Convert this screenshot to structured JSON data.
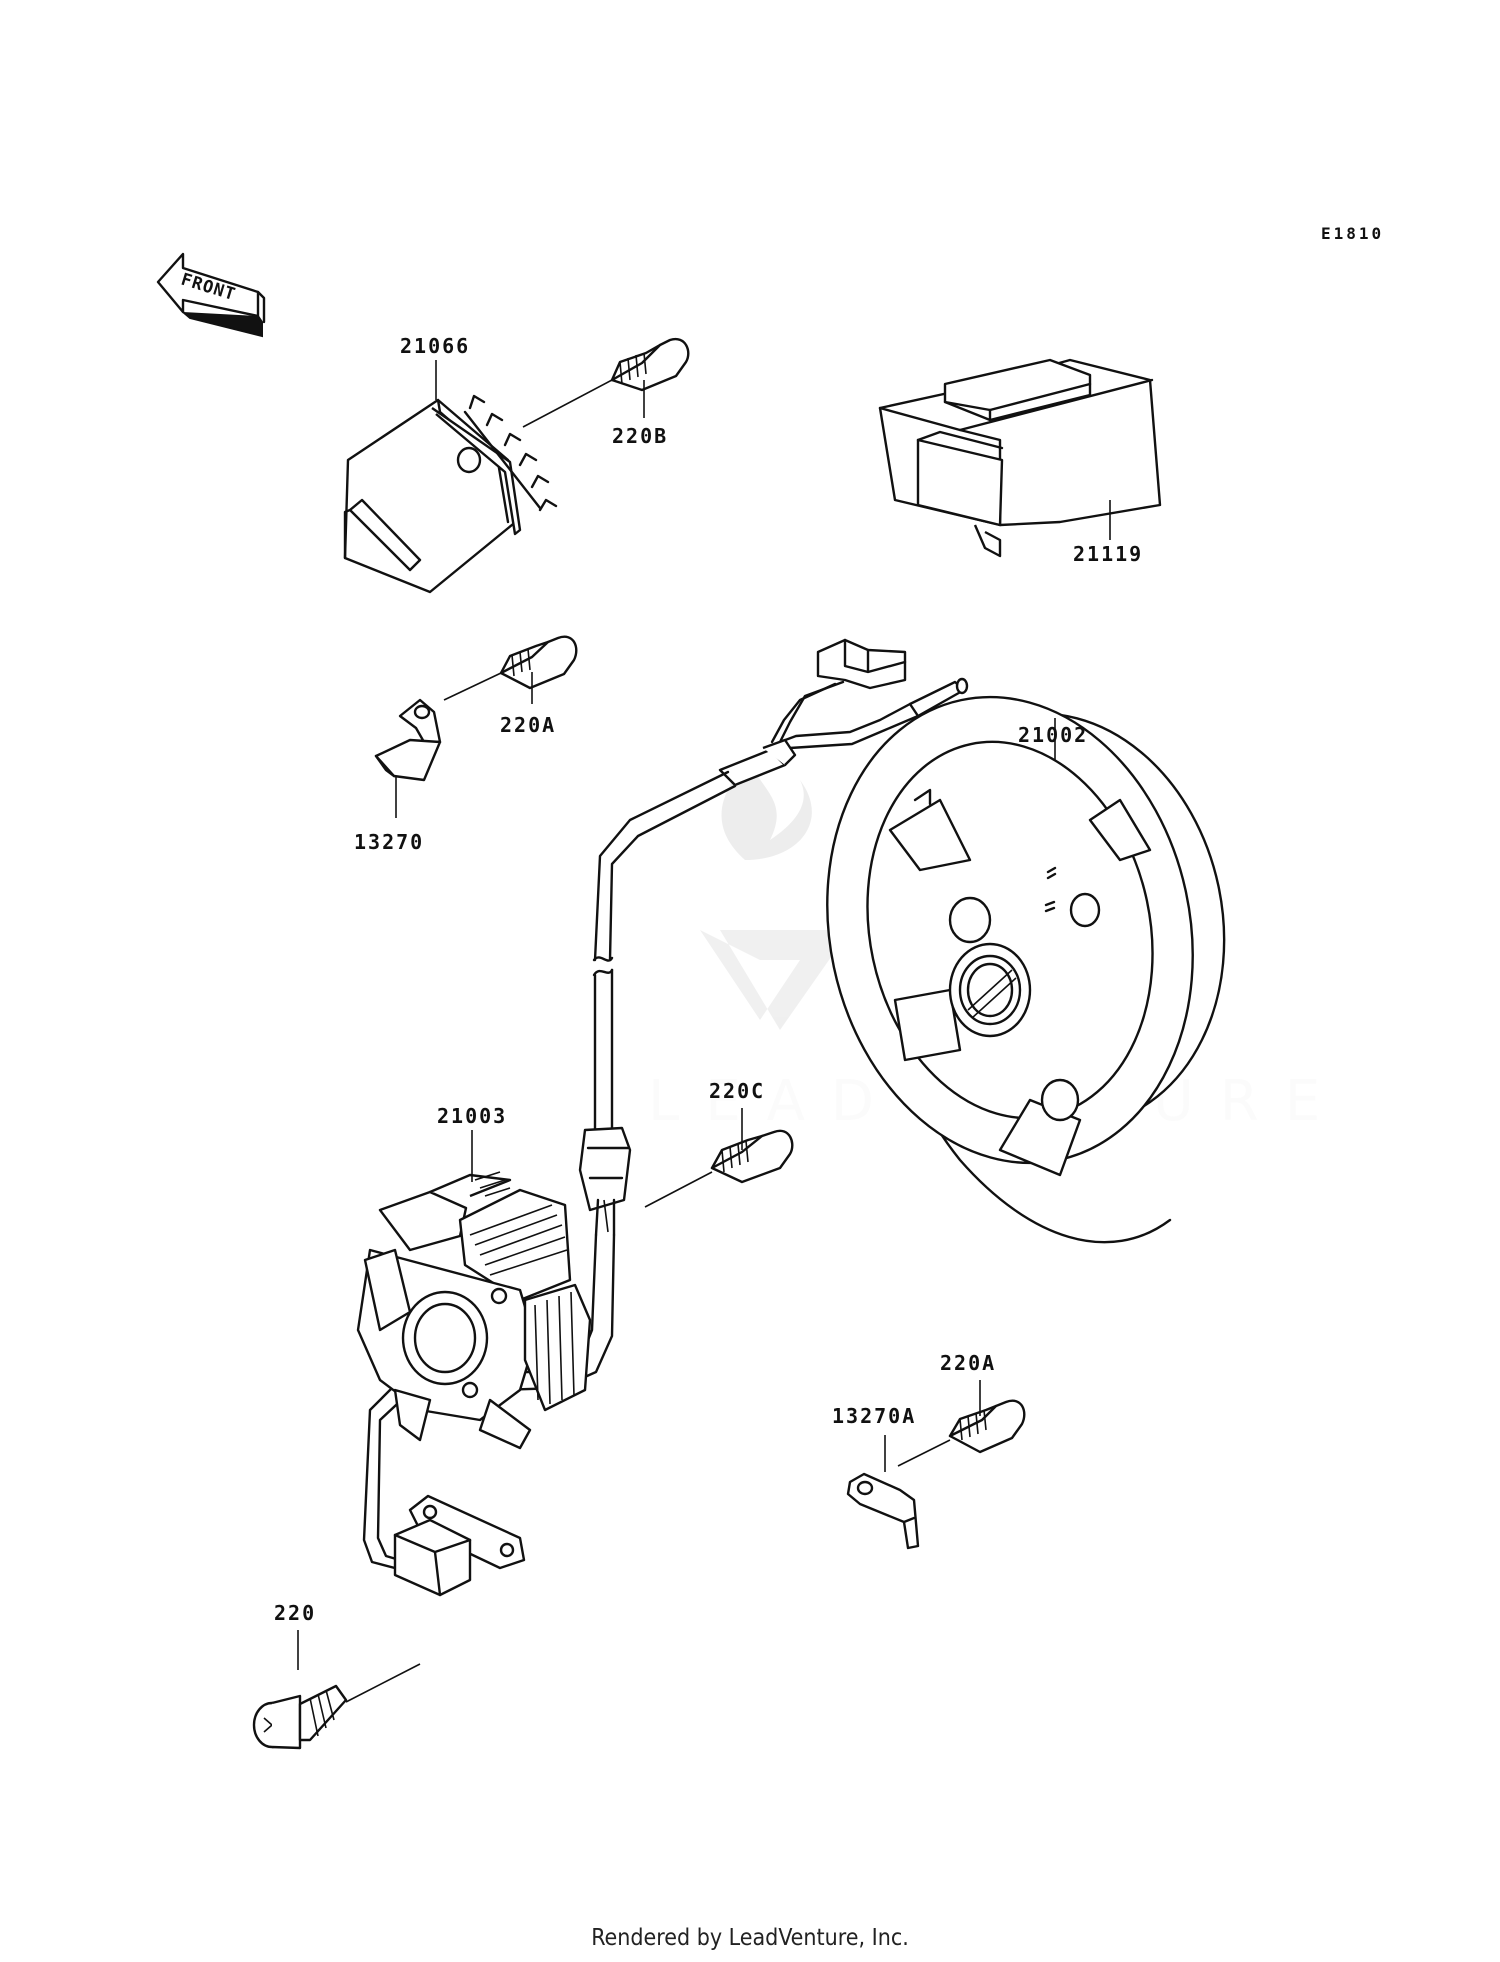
{
  "diagram": {
    "code": "E1810",
    "front_label": "FRONT",
    "watermark": "LEADVENTURE",
    "parts": [
      {
        "id": "regulator",
        "label": "21066"
      },
      {
        "id": "bolt-220b",
        "label": "220B"
      },
      {
        "id": "cdi-unit",
        "label": "21119"
      },
      {
        "id": "bolt-220a-top",
        "label": "220A"
      },
      {
        "id": "clamp-13270",
        "label": "13270"
      },
      {
        "id": "flywheel",
        "label": "21002"
      },
      {
        "id": "bolt-220c",
        "label": "220C"
      },
      {
        "id": "stator",
        "label": "21003"
      },
      {
        "id": "bolt-220a-bottom",
        "label": "220A"
      },
      {
        "id": "clamp-13270a",
        "label": "13270A"
      },
      {
        "id": "bolt-220",
        "label": "220"
      }
    ]
  },
  "footer": {
    "text": "Rendered by LeadVenture, Inc."
  }
}
